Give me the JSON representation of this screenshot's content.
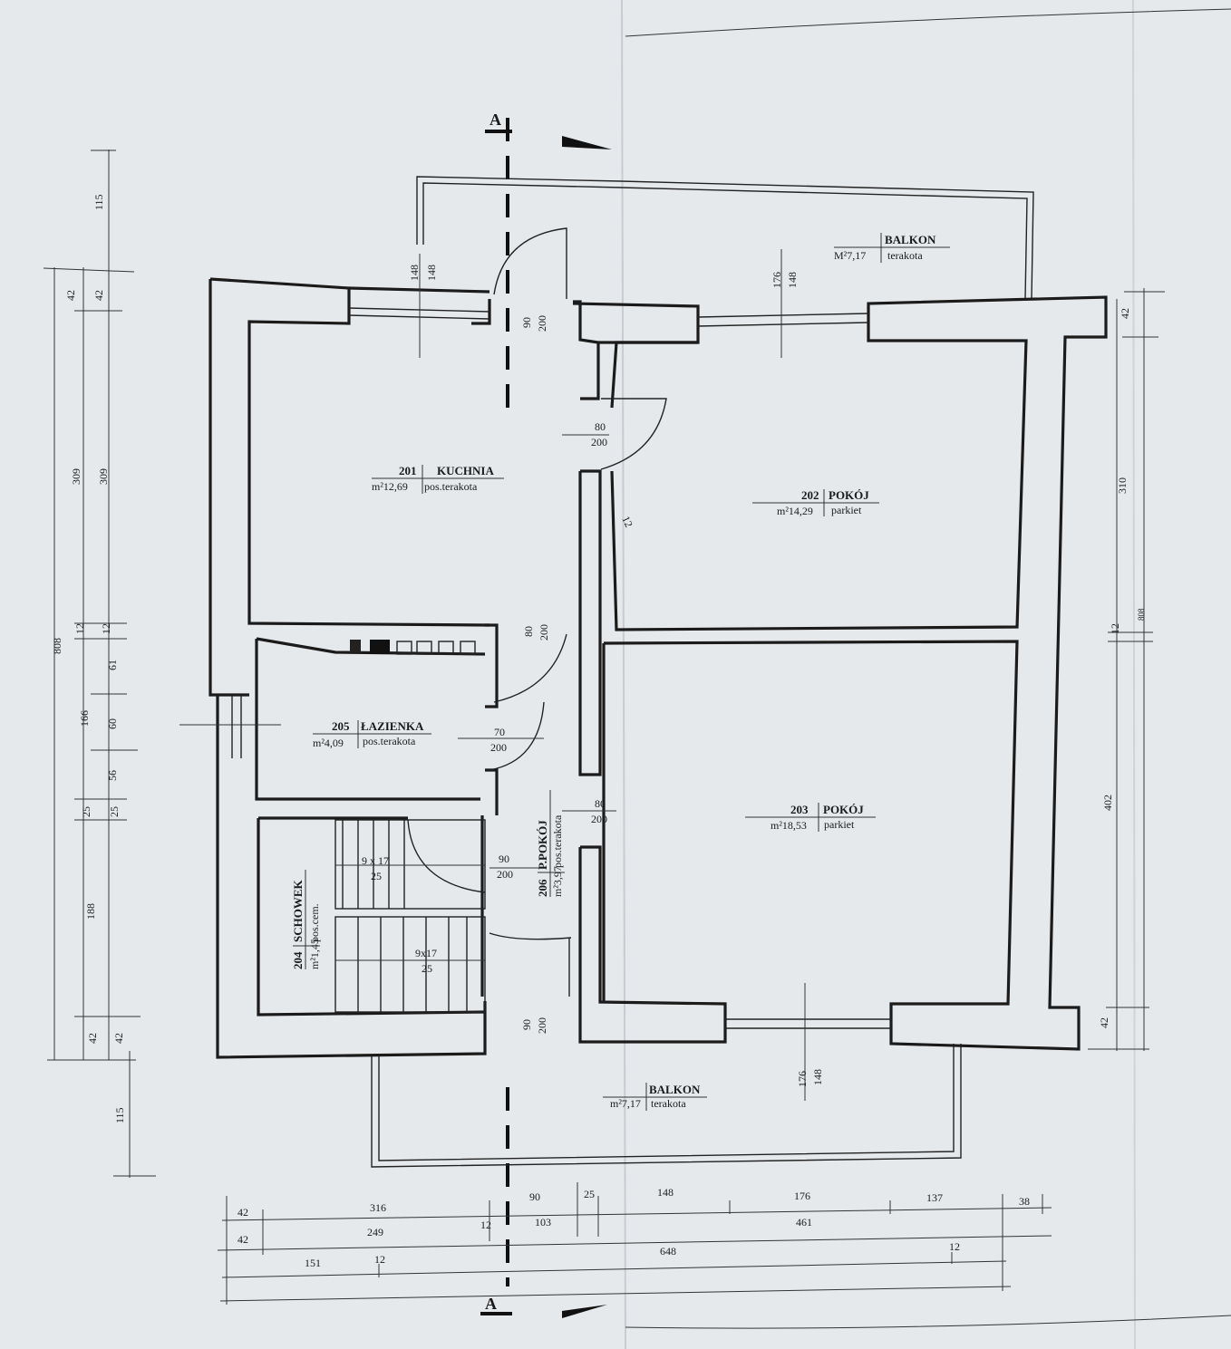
{
  "section_marker": "A",
  "rooms": {
    "kuchnia": {
      "number": "201",
      "name": "KUCHNIA",
      "area": "m²12,69",
      "floor": "pos.terakota"
    },
    "pokoj202": {
      "number": "202",
      "name": "POKÓJ",
      "area": "m²14,29",
      "floor": "parkiet"
    },
    "pokoj203": {
      "number": "203",
      "name": "POKÓJ",
      "area": "m²18,53",
      "floor": "parkiet"
    },
    "schowek": {
      "number": "204",
      "name": "SCHOWEK",
      "area": "m²1,45",
      "floor": "pos.cem."
    },
    "lazienka": {
      "number": "205",
      "name": "ŁAZIENKA",
      "area": "m²4,09",
      "floor": "pos.terakota"
    },
    "ppokoj": {
      "number": "206",
      "name": "P.POKÓJ",
      "area": "m²3,97",
      "floor": "pos.terakota"
    },
    "balkon_top": {
      "name": "BALKON",
      "area": "M²7,17",
      "floor": "terakota"
    },
    "balkon_bottom": {
      "name": "BALKON",
      "area": "m²7,17",
      "floor": "terakota"
    }
  },
  "openings": {
    "door_top_w": "90",
    "door_top_h": "200",
    "win_kitchen_w": "148",
    "win_kitchen_h": "148",
    "win_room202_w": "176",
    "win_room202_h": "148",
    "door_202_w": "80",
    "door_202_h": "200",
    "door_kitchen_w": "80",
    "door_kitchen_h": "200",
    "door_bath_w": "70",
    "door_bath_h": "200",
    "door_203_w": "80",
    "door_203_h": "200",
    "door_schowek_w": "90",
    "door_schowek_h": "200",
    "door_bottom_w": "90",
    "door_bottom_h": "200",
    "win_room203_w": "176",
    "win_room203_h": "148",
    "stairs_upper": "9 x 17",
    "stairs_upper_b": "25",
    "stairs_lower": "9x17",
    "stairs_lower_b": "25",
    "wall_thk": "12"
  },
  "dims_left": {
    "top": "115",
    "a42": "42",
    "b42": "42",
    "a309": "309",
    "b309": "309",
    "a12": "12",
    "b12": "12",
    "d61": "61",
    "d166": "166",
    "d60": "60",
    "d56": "56",
    "a25": "25",
    "b25": "25",
    "d188": "188",
    "c42": "42",
    "d42": "42",
    "total": "808",
    "bottom": "115"
  },
  "dims_right": {
    "r42a": "42",
    "r310": "310",
    "r12": "12",
    "r808": "808",
    "r402": "402",
    "r42b": "42"
  },
  "dims_bottom": {
    "row1": [
      "42",
      "316",
      "90",
      "25",
      "148",
      "176",
      "137",
      "38"
    ],
    "row2": [
      "42",
      "249",
      "12",
      "103",
      "461"
    ],
    "row3": [
      "151",
      "12",
      "648",
      "12"
    ]
  }
}
